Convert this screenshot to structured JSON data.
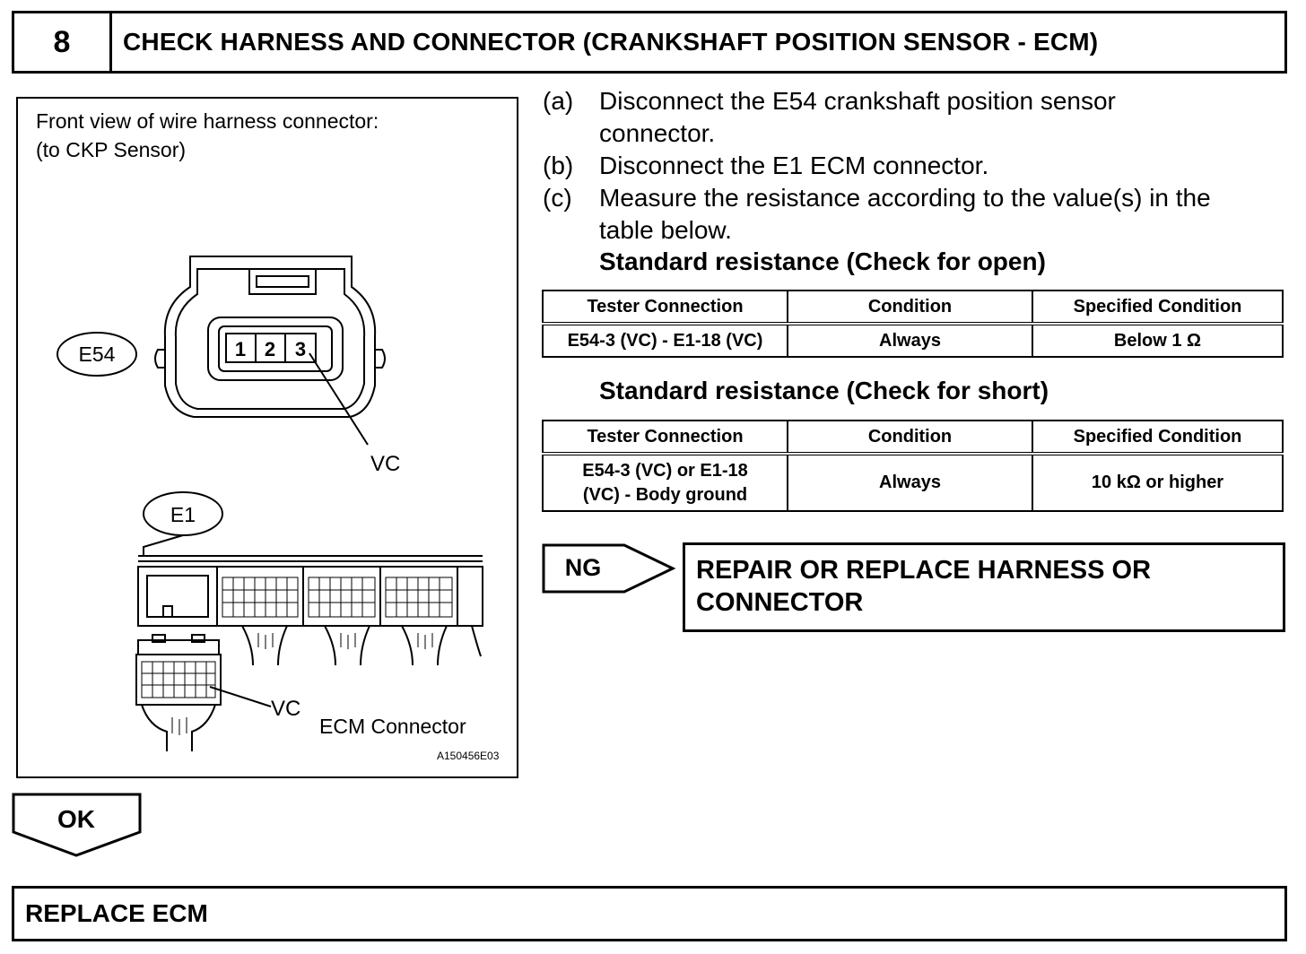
{
  "header": {
    "step_number": "8",
    "title": "CHECK HARNESS AND CONNECTOR (CRANKSHAFT POSITION SENSOR - ECM)"
  },
  "figure": {
    "caption_line1": "Front view of wire harness connector:",
    "caption_line2": "(to CKP Sensor)",
    "e54_label": "E54",
    "pins": [
      "1",
      "2",
      "3"
    ],
    "vc_label_top": "VC",
    "e1_label": "E1",
    "vc_label_bottom": "VC",
    "ecm_connector_label": "ECM Connector",
    "figure_code": "A150456E03"
  },
  "steps": [
    {
      "letter": "(a)",
      "line1": "Disconnect the E54 crankshaft position sensor",
      "line2": "connector."
    },
    {
      "letter": "(b)",
      "line1": "Disconnect the E1 ECM connector.",
      "line2": ""
    },
    {
      "letter": "(c)",
      "line1": "Measure the resistance according to the value(s) in the",
      "line2": "table below."
    }
  ],
  "open_table": {
    "title": "Standard resistance (Check for open)",
    "headers": [
      "Tester Connection",
      "Condition",
      "Specified Condition"
    ],
    "row": [
      "E54-3 (VC) - E1-18 (VC)",
      "Always",
      "Below 1 Ω"
    ]
  },
  "short_table": {
    "title": "Standard resistance (Check for short)",
    "headers": [
      "Tester Connection",
      "Condition",
      "Specified Condition"
    ],
    "row_conn_line1": "E54-3 (VC) or E1-18",
    "row_conn_line2": "(VC) - Body ground",
    "row_condition": "Always",
    "row_spec": "10 kΩ or higher"
  },
  "ng": {
    "label": "NG",
    "action_line1": "REPAIR OR REPLACE HARNESS OR",
    "action_line2": "CONNECTOR"
  },
  "ok": {
    "label": "OK"
  },
  "final_action": "REPLACE ECM"
}
